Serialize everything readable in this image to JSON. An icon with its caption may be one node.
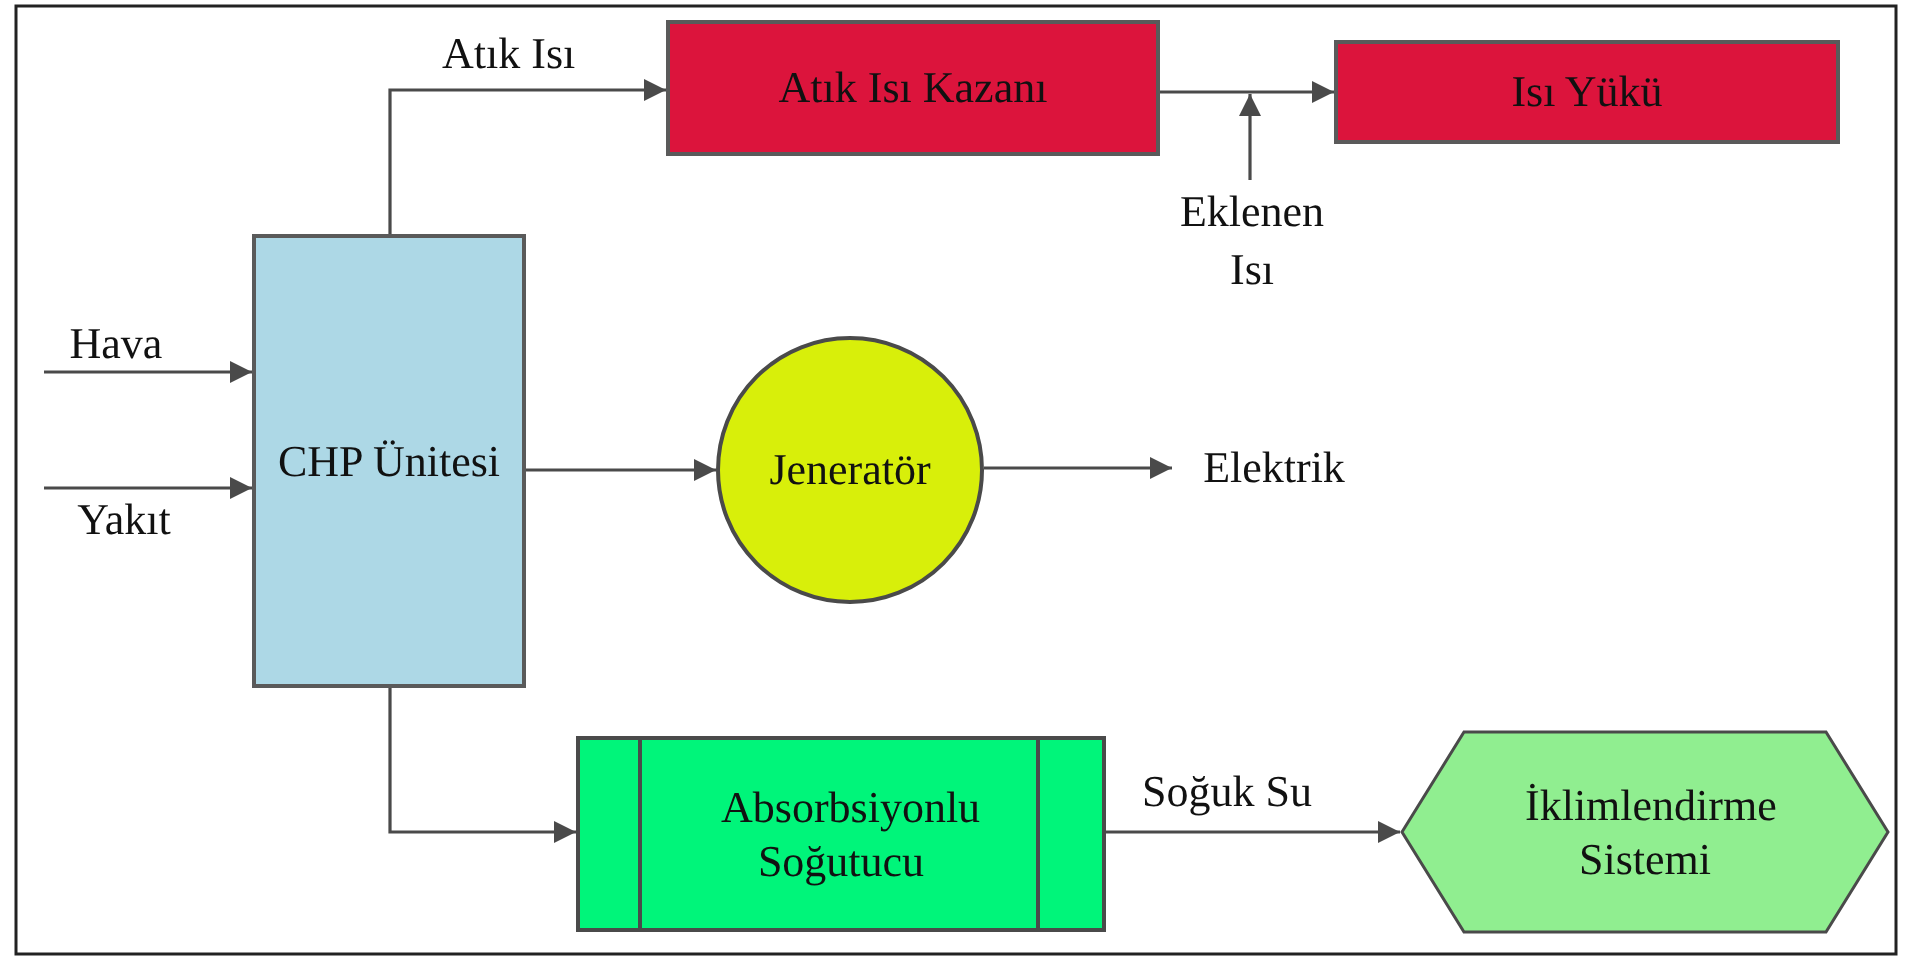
{
  "diagram": {
    "nodes": [
      {
        "text": [
          "Hava"
        ]
      },
      {
        "text": [
          "Yakıt"
        ]
      },
      {
        "text": [
          "CHP Ünitesi"
        ]
      },
      {
        "text": [
          "Atık Isı Kazanı"
        ]
      },
      {
        "text": [
          "Isı Yükü"
        ]
      },
      {
        "text": [
          "Eklenen Isı"
        ]
      },
      {
        "text": [
          "Jeneratör"
        ]
      },
      {
        "text": [
          "Elektrik"
        ]
      },
      {
        "text": [
          "Absorbsiyonlu Soğutucu"
        ]
      },
      {
        "text": [
          "İklimlendirme Sistemi"
        ]
      }
    ],
    "edges": [
      {
        "from": 0,
        "to": 2,
        "arrow": "to"
      },
      {
        "from": 1,
        "to": 2,
        "arrow": "to"
      },
      {
        "from": 2,
        "to": 3,
        "label": "Atık Isı",
        "arrow": "to"
      },
      {
        "from": 3,
        "to": 4,
        "arrow": "to"
      },
      {
        "from": 5,
        "to": null,
        "arrow": "to"
      },
      {
        "from": 2,
        "to": 6,
        "arrow": "to"
      },
      {
        "from": 6,
        "to": 7,
        "arrow": "to"
      },
      {
        "from": 2,
        "to": 8,
        "arrow": "to"
      },
      {
        "from": 8,
        "to": 9,
        "label": "Soğuk Su",
        "arrow": "to"
      }
    ]
  }
}
